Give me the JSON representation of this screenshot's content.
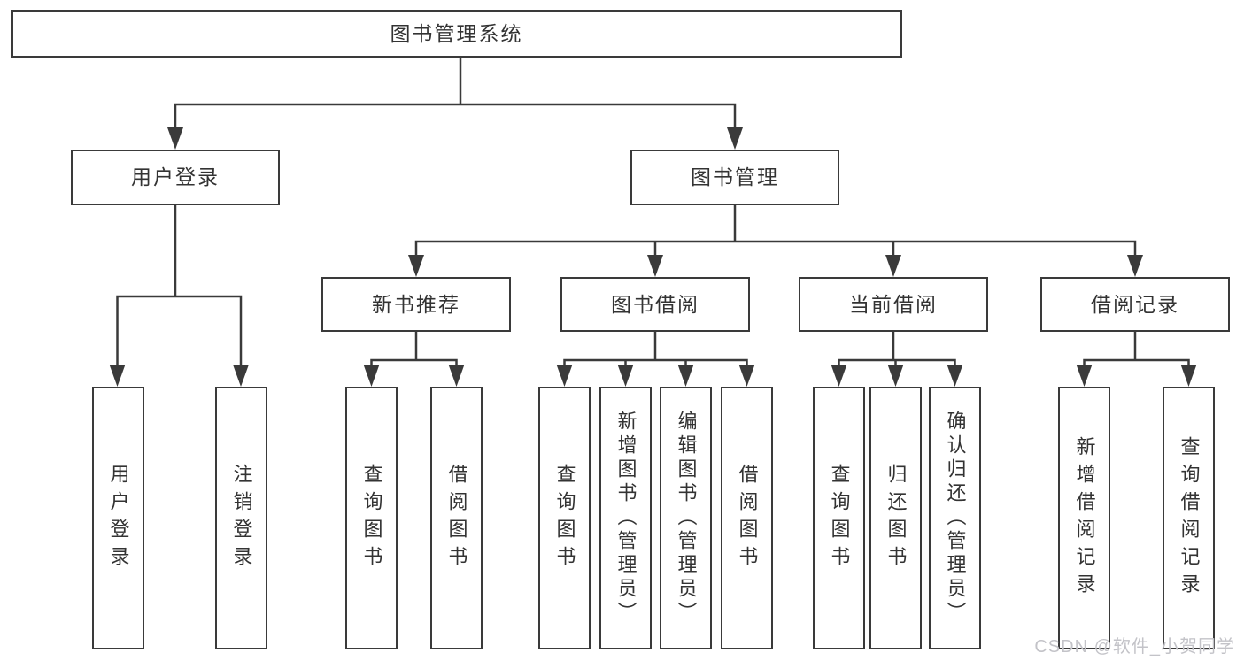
{
  "tree": {
    "root": {
      "label": "图书管理系统"
    },
    "branches": [
      {
        "label": "用户登录",
        "children": [
          {
            "label": "用户登录"
          },
          {
            "label": "注销登录"
          }
        ]
      },
      {
        "label": "图书管理",
        "children": [
          {
            "label": "新书推荐",
            "children": [
              {
                "label": "查询图书"
              },
              {
                "label": "借阅图书"
              }
            ]
          },
          {
            "label": "图书借阅",
            "children": [
              {
                "label": "查询图书"
              },
              {
                "label": "新增图书（管理员）"
              },
              {
                "label": "编辑图书（管理员）"
              },
              {
                "label": "借阅图书"
              }
            ]
          },
          {
            "label": "当前借阅",
            "children": [
              {
                "label": "查询图书"
              },
              {
                "label": "归还图书"
              },
              {
                "label": "确认归还（管理员）"
              }
            ]
          },
          {
            "label": "借阅记录",
            "children": [
              {
                "label": "新增借阅记录"
              },
              {
                "label": "查询借阅记录"
              }
            ]
          }
        ]
      }
    ]
  },
  "watermark": {
    "text": "CSDN @软件_小贺同学"
  },
  "colors": {
    "line": "#3a3a3a",
    "text": "#333333",
    "background": "#ffffff",
    "watermark": "#c3c3c8"
  }
}
